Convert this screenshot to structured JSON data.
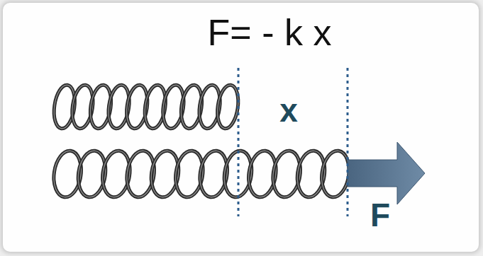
{
  "diagram": {
    "labels": [
      "F= - k x",
      "x",
      "F"
    ]
  }
}
